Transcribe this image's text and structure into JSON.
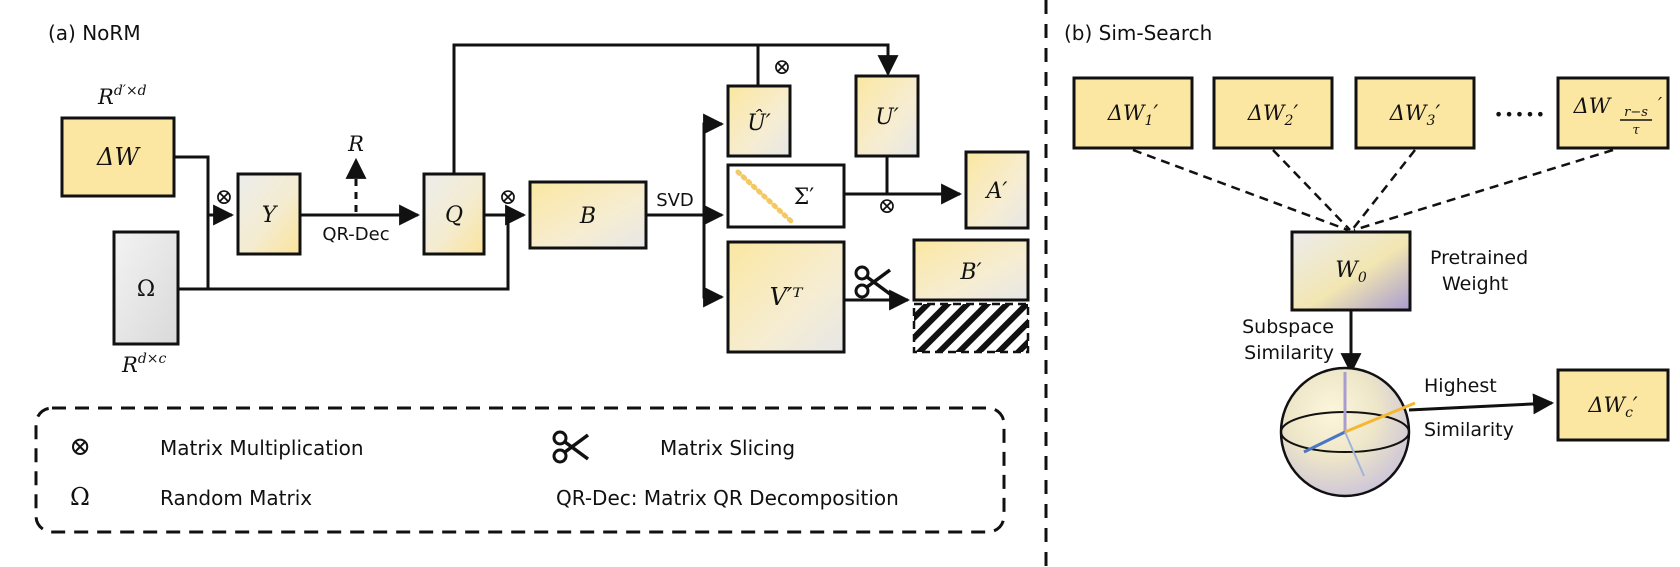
{
  "panel_a": {
    "title": "(a) NoRM",
    "dims_top": "R",
    "dims_top_sup": "d′×d",
    "dims_bottom": "R",
    "dims_bottom_sup": "d×c",
    "boxes": {
      "delta_w": "ΔW",
      "omega": "Ω",
      "y": "Y",
      "q": "Q",
      "b": "B",
      "u_hat": "Û′",
      "u_prime": "U′",
      "sigma": "Σ′",
      "a_prime": "A′",
      "v_t": "V′ᵀ",
      "b_prime": "B′"
    },
    "labels": {
      "r_output": "R",
      "qr_dec": "QR-Dec",
      "svd": "SVD",
      "otimes": "⊗"
    }
  },
  "legend": {
    "items": [
      {
        "symbol": "⊗",
        "text": "Matrix Multiplication"
      },
      {
        "symbol": "✂",
        "text": "Matrix Slicing"
      },
      {
        "symbol": "Ω",
        "text": "Random Matrix"
      },
      {
        "symbol": "",
        "text": "QR-Dec: Matrix QR Decomposition"
      }
    ]
  },
  "panel_b": {
    "title": "(b) Sim-Search",
    "candidates": [
      "ΔW",
      "ΔW",
      "ΔW",
      "ΔW"
    ],
    "candidate_subs": [
      "1",
      "2",
      "3",
      ""
    ],
    "ellipsis": "•••••",
    "last_sub_num": "r−s",
    "last_sub_den": "τ",
    "w0": "W",
    "w0_sub": "0",
    "pretrained_1": "Pretrained",
    "pretrained_2": "Weight",
    "subspace_1": "Subspace",
    "subspace_2": "Similarity",
    "highest": "Highest",
    "similarity": "Similarity",
    "result": "ΔW",
    "result_sub": "c"
  },
  "colors": {
    "yellow": "#fbe7a1",
    "gray": "#e9e9e9",
    "purple": "#a99ccf",
    "blue": "#4a76c4",
    "orange": "#f5b731"
  }
}
